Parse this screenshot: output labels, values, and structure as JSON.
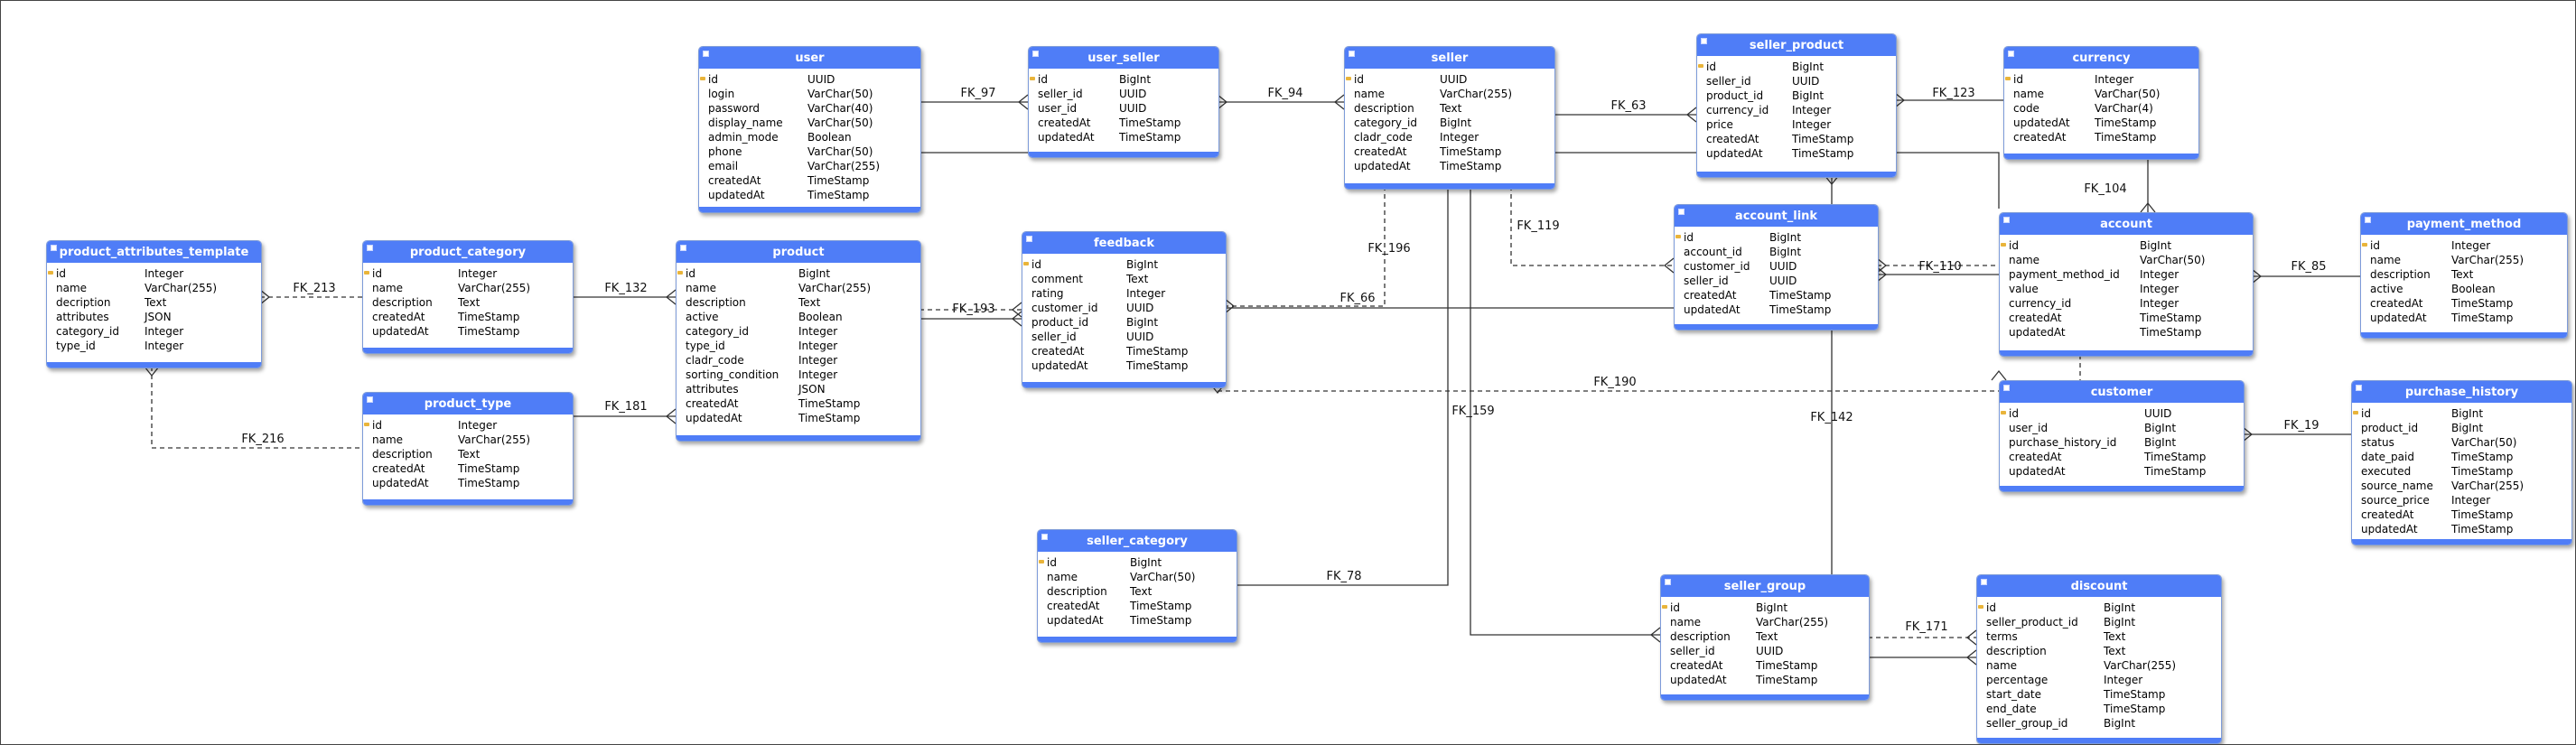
{
  "relationships": [
    "FK_97",
    "FK_94",
    "FK_63",
    "FK_123",
    "FK_104",
    "FK_85",
    "FK_110",
    "FK_119",
    "FK_196",
    "FK_66",
    "FK_193",
    "FK_132",
    "FK_213",
    "FK_181",
    "FK_216",
    "FK_190",
    "FK_159",
    "FK_142",
    "FK_19",
    "FK_78",
    "FK_171"
  ],
  "tables": [
    {
      "name": "user",
      "columns": [
        [
          "id",
          "UUID"
        ],
        [
          "login",
          "VarChar(50)"
        ],
        [
          "password",
          "VarChar(40)"
        ],
        [
          "display_name",
          "VarChar(50)"
        ],
        [
          "admin_mode",
          "Boolean"
        ],
        [
          "phone",
          "VarChar(50)"
        ],
        [
          "email",
          "VarChar(255)"
        ],
        [
          "createdAt",
          "TimeStamp"
        ],
        [
          "updatedAt",
          "TimeStamp"
        ]
      ]
    },
    {
      "name": "user_seller",
      "columns": [
        [
          "id",
          "BigInt"
        ],
        [
          "seller_id",
          "UUID"
        ],
        [
          "user_id",
          "UUID"
        ],
        [
          "createdAt",
          "TimeStamp"
        ],
        [
          "updatedAt",
          "TimeStamp"
        ]
      ]
    },
    {
      "name": "seller",
      "columns": [
        [
          "id",
          "UUID"
        ],
        [
          "name",
          "VarChar(255)"
        ],
        [
          "description",
          "Text"
        ],
        [
          "category_id",
          "BigInt"
        ],
        [
          "cladr_code",
          "Integer"
        ],
        [
          "createdAt",
          "TimeStamp"
        ],
        [
          "updatedAt",
          "TimeStamp"
        ]
      ]
    },
    {
      "name": "seller_product",
      "columns": [
        [
          "id",
          "BigInt"
        ],
        [
          "seller_id",
          "UUID"
        ],
        [
          "product_id",
          "BigInt"
        ],
        [
          "currency_id",
          "Integer"
        ],
        [
          "price",
          "Integer"
        ],
        [
          "createdAt",
          "TimeStamp"
        ],
        [
          "updatedAt",
          "TimeStamp"
        ]
      ]
    },
    {
      "name": "currency",
      "columns": [
        [
          "id",
          "Integer"
        ],
        [
          "name",
          "VarChar(50)"
        ],
        [
          "code",
          "VarChar(4)"
        ],
        [
          "updatedAt",
          "TimeStamp"
        ],
        [
          "createdAt",
          "TimeStamp"
        ]
      ]
    },
    {
      "name": "account_link",
      "columns": [
        [
          "id",
          "BigInt"
        ],
        [
          "account_id",
          "BigInt"
        ],
        [
          "customer_id",
          "UUID"
        ],
        [
          "seller_id",
          "UUID"
        ],
        [
          "createdAt",
          "TimeStamp"
        ],
        [
          "updatedAt",
          "TimeStamp"
        ]
      ]
    },
    {
      "name": "account",
      "columns": [
        [
          "id",
          "BigInt"
        ],
        [
          "name",
          "VarChar(50)"
        ],
        [
          "payment_method_id",
          "Integer"
        ],
        [
          "value",
          "Integer"
        ],
        [
          "currency_id",
          "Integer"
        ],
        [
          "createdAt",
          "TimeStamp"
        ],
        [
          "updatedAt",
          "TimeStamp"
        ]
      ]
    },
    {
      "name": "payment_method",
      "columns": [
        [
          "id",
          "Integer"
        ],
        [
          "name",
          "VarChar(255)"
        ],
        [
          "description",
          "Text"
        ],
        [
          "active",
          "Boolean"
        ],
        [
          "createdAt",
          "TimeStamp"
        ],
        [
          "updatedAt",
          "TimeStamp"
        ]
      ]
    },
    {
      "name": "product_attributes_template",
      "columns": [
        [
          "id",
          "Integer"
        ],
        [
          "name",
          "VarChar(255)"
        ],
        [
          "decription",
          "Text"
        ],
        [
          "attributes",
          "JSON"
        ],
        [
          "category_id",
          "Integer"
        ],
        [
          "type_id",
          "Integer"
        ]
      ]
    },
    {
      "name": "product_category",
      "columns": [
        [
          "id",
          "Integer"
        ],
        [
          "name",
          "VarChar(255)"
        ],
        [
          "description",
          "Text"
        ],
        [
          "createdAt",
          "TimeStamp"
        ],
        [
          "updatedAt",
          "TimeStamp"
        ]
      ]
    },
    {
      "name": "product",
      "columns": [
        [
          "id",
          "BigInt"
        ],
        [
          "name",
          "VarChar(255)"
        ],
        [
          "description",
          "Text"
        ],
        [
          "active",
          "Boolean"
        ],
        [
          "category_id",
          "Integer"
        ],
        [
          "type_id",
          "Integer"
        ],
        [
          "cladr_code",
          "Integer"
        ],
        [
          "sorting_condition",
          "Integer"
        ],
        [
          "attributes",
          "JSON"
        ],
        [
          "createdAt",
          "TimeStamp"
        ],
        [
          "updatedAt",
          "TimeStamp"
        ]
      ]
    },
    {
      "name": "feedback",
      "columns": [
        [
          "id",
          "BigInt"
        ],
        [
          "comment",
          "Text"
        ],
        [
          "rating",
          "Integer"
        ],
        [
          "customer_id",
          "UUID"
        ],
        [
          "product_id",
          "BigInt"
        ],
        [
          "seller_id",
          "UUID"
        ],
        [
          "createdAt",
          "TimeStamp"
        ],
        [
          "updatedAt",
          "TimeStamp"
        ]
      ]
    },
    {
      "name": "product_type",
      "columns": [
        [
          "id",
          "Integer"
        ],
        [
          "name",
          "VarChar(255)"
        ],
        [
          "description",
          "Text"
        ],
        [
          "createdAt",
          "TimeStamp"
        ],
        [
          "updatedAt",
          "TimeStamp"
        ]
      ]
    },
    {
      "name": "customer",
      "columns": [
        [
          "id",
          "UUID"
        ],
        [
          "user_id",
          "BigInt"
        ],
        [
          "purchase_history_id",
          "BigInt"
        ],
        [
          "createdAt",
          "TimeStamp"
        ],
        [
          "updatedAt",
          "TimeStamp"
        ]
      ]
    },
    {
      "name": "purchase_history",
      "columns": [
        [
          "id",
          "BigInt"
        ],
        [
          "product_id",
          "BigInt"
        ],
        [
          "status",
          "VarChar(50)"
        ],
        [
          "date_paid",
          "TimeStamp"
        ],
        [
          "executed",
          "TimeStamp"
        ],
        [
          "source_name",
          "VarChar(255)"
        ],
        [
          "source_price",
          "Integer"
        ],
        [
          "createdAt",
          "TimeStamp"
        ],
        [
          "updatedAt",
          "TimeStamp"
        ]
      ]
    },
    {
      "name": "seller_category",
      "columns": [
        [
          "id",
          "BigInt"
        ],
        [
          "name",
          "VarChar(50)"
        ],
        [
          "description",
          "Text"
        ],
        [
          "createdAt",
          "TimeStamp"
        ],
        [
          "updatedAt",
          "TimeStamp"
        ]
      ]
    },
    {
      "name": "seller_group",
      "columns": [
        [
          "id",
          "BigInt"
        ],
        [
          "name",
          "VarChar(255)"
        ],
        [
          "description",
          "Text"
        ],
        [
          "seller_id",
          "UUID"
        ],
        [
          "createdAt",
          "TimeStamp"
        ],
        [
          "updatedAt",
          "TimeStamp"
        ]
      ]
    },
    {
      "name": "discount",
      "columns": [
        [
          "id",
          "BigInt"
        ],
        [
          "seller_product_id",
          "BigInt"
        ],
        [
          "terms",
          "Text"
        ],
        [
          "description",
          "Text"
        ],
        [
          "name",
          "VarChar(255)"
        ],
        [
          "percentage",
          "Integer"
        ],
        [
          "start_date",
          "TimeStamp"
        ],
        [
          "end_date",
          "TimeStamp"
        ],
        [
          "seller_group_id",
          "BigInt"
        ]
      ]
    }
  ]
}
